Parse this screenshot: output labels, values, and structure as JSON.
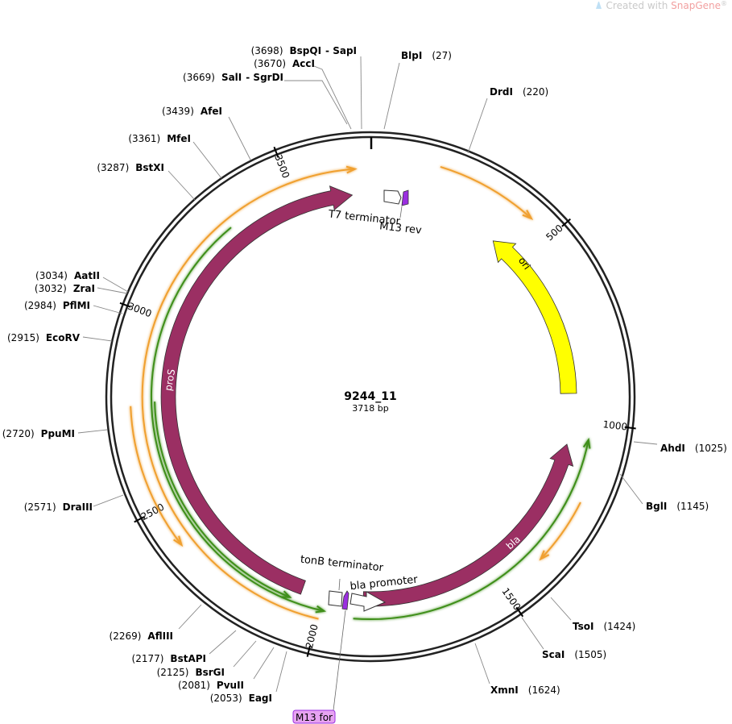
{
  "watermark": {
    "prefix": "Created with ",
    "brand": "SnapGene",
    "reg": "®"
  },
  "plasmid": {
    "name": "9244_11",
    "size_label": "3718 bp",
    "length": 3718
  },
  "colors": {
    "backbone": "#222222",
    "pros": "#9b2f63",
    "bla": "#9b2f63",
    "ori": "#ffff00",
    "primer_orange": "#f0a030",
    "primer_green": "#3f8f1a",
    "m13": "#9b2fe0",
    "m13_for_bg": "#e7a3f2"
  },
  "ticks": [
    {
      "pos": 500,
      "label": "500"
    },
    {
      "pos": 1000,
      "label": "1000"
    },
    {
      "pos": 1500,
      "label": "1500"
    },
    {
      "pos": 2000,
      "label": "2000"
    },
    {
      "pos": 2500,
      "label": "2500"
    },
    {
      "pos": 3000,
      "label": "3000"
    },
    {
      "pos": 3500,
      "label": "3500"
    }
  ],
  "sites": [
    {
      "name": "BlpI",
      "pos": "(27)"
    },
    {
      "name": "DrdI",
      "pos": "(220)"
    },
    {
      "name": "AhdI",
      "pos": "(1025)"
    },
    {
      "name": "BglI",
      "pos": "(1145)"
    },
    {
      "name": "TsoI",
      "pos": "(1424)"
    },
    {
      "name": "ScaI",
      "pos": "(1505)"
    },
    {
      "name": "XmnI",
      "pos": "(1624)"
    },
    {
      "name": "EagI",
      "pos": "(2053)"
    },
    {
      "name": "PvuII",
      "pos": "(2081)"
    },
    {
      "name": "BsrGI",
      "pos": "(2125)"
    },
    {
      "name": "BstAPI",
      "pos": "(2177)"
    },
    {
      "name": "AflIII",
      "pos": "(2269)"
    },
    {
      "name": "DraIII",
      "pos": "(2571)"
    },
    {
      "name": "PpuMI",
      "pos": "(2720)"
    },
    {
      "name": "EcoRV",
      "pos": "(2915)"
    },
    {
      "name": "PflMI",
      "pos": "(2984)"
    },
    {
      "name": "ZraI",
      "pos": "(3032)"
    },
    {
      "name": "AatII",
      "pos": "(3034)"
    },
    {
      "name": "BstXI",
      "pos": "(3287)"
    },
    {
      "name": "MfeI",
      "pos": "(3361)"
    },
    {
      "name": "AfeI",
      "pos": "(3439)"
    },
    {
      "name": "SalI",
      "name2": "- SgrDI",
      "pos": "(3669)"
    },
    {
      "name": "AccI",
      "pos": "(3670)"
    },
    {
      "name": "BspQI",
      "name2": "- SapI",
      "pos": "(3698)"
    }
  ],
  "features": {
    "pros": "proS",
    "bla": "bla",
    "ori": "ori",
    "t7_terminator": "T7 terminator",
    "m13_rev": "M13 rev",
    "tonb_terminator": "tonB terminator",
    "bla_promoter": "bla promoter",
    "m13_for": "M13 for"
  }
}
